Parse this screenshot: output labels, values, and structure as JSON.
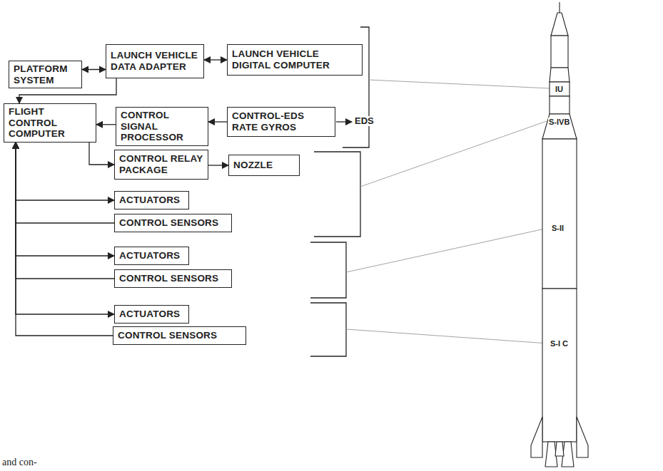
{
  "diagram": {
    "nodes": [
      {
        "text": [
          "PLATFORM SYSTEM"
        ]
      },
      {
        "text": [
          "LAUNCH VEHICLE DATA ADAPTER"
        ]
      },
      {
        "text": [
          "LAUNCH VEHICLE DIGITAL COMPUTER"
        ]
      },
      {
        "text": [
          "FLIGHT CONTROL COMPUTER"
        ]
      },
      {
        "text": [
          "CONTROL SIGNAL PROCESSOR"
        ]
      },
      {
        "text": [
          "CONTROL-EDS RATE GYROS"
        ]
      },
      {
        "text": [
          "CONTROL RELAY PACKAGE"
        ]
      },
      {
        "text": [
          "NOZZLE"
        ]
      },
      {
        "text": [
          "ACTUATORS"
        ]
      },
      {
        "text": [
          "CONTROL SENSORS"
        ]
      },
      {
        "text": [
          "ACTUATORS"
        ]
      },
      {
        "text": [
          "CONTROL SENSORS"
        ]
      },
      {
        "text": [
          "ACTUATORS"
        ]
      },
      {
        "text": [
          "CONTROL SENSORS"
        ]
      }
    ],
    "edges": [
      {
        "from": 0,
        "to": 1,
        "arrow": "both"
      },
      {
        "from": 1,
        "to": 2,
        "arrow": "both"
      },
      {
        "from": 1,
        "to": 3,
        "arrow": "to"
      },
      {
        "from": 4,
        "to": 3,
        "arrow": "to"
      },
      {
        "from": 5,
        "to": 4,
        "arrow": "to"
      },
      {
        "from": 3,
        "to": 6,
        "arrow": "to"
      },
      {
        "from": 6,
        "to": 7,
        "arrow": "to"
      },
      {
        "from": 3,
        "to": 8,
        "arrow": "to"
      },
      {
        "from": 9,
        "to": 3,
        "arrow": "to"
      },
      {
        "from": 3,
        "to": 10,
        "arrow": "to"
      },
      {
        "from": 11,
        "to": 3,
        "arrow": "to"
      },
      {
        "from": 3,
        "to": 12,
        "arrow": "to"
      },
      {
        "from": 13,
        "to": 3,
        "arrow": "to"
      }
    ],
    "labels": [
      "EDS",
      "IU",
      "S-IVB",
      "S-II",
      "S-I C",
      "and con-"
    ]
  }
}
